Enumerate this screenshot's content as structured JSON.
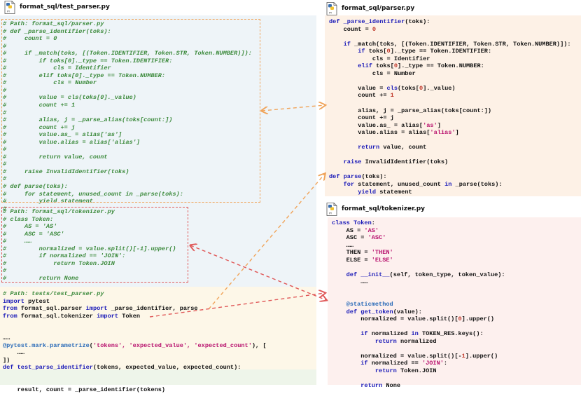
{
  "left_file": {
    "title": "format_sql/test_parser.py",
    "lines_comment_block1": [
      "# Path: format_sql/parser.py",
      "# def _parse_identifier(toks):",
      "#     count = 0",
      "#",
      "#     if _match(toks, [(Token.IDENTIFIER, Token.STR, Token.NUMBER)]):",
      "#         if toks[0]._type == Token.IDENTIFIER:",
      "#             cls = Identifier",
      "#         elif toks[0]._type == Token.NUMBER:",
      "#             cls = Number",
      "#",
      "#         value = cls(toks[0]._value)",
      "#         count += 1",
      "#",
      "#         alias, j = _parse_alias(toks[count:])",
      "#         count += j",
      "#         value.as_ = alias['as']",
      "#         value.alias = alias['alias']",
      "#",
      "#         return value, count",
      "#",
      "#     raise InvalidIdentifier(toks)",
      "#",
      "# def parse(toks):",
      "#     for statement, unused_count in _parse(toks):",
      "#         yield statement",
      "#"
    ],
    "lines_comment_block2": [
      "# Path: format_sql/tokenizer.py",
      "# class Token:",
      "#     AS = 'AS'",
      "#     ASC = 'ASC'",
      "#     ……",
      "#         normalized = value.split()[-1].upper()",
      "#         if normalized == 'JOIN':",
      "#             return Token.JOIN",
      "#",
      "#         return None"
    ],
    "code": {
      "path_comment": "# Path: tests/test_parser.py",
      "import_kw": "import",
      "import_mod": " pytest",
      "from1_kw": "from",
      "from1_mod": " format_sql.parser ",
      "from1_imp": "import",
      "from1_names": " _parse_identifier, parse",
      "from2_kw": "from",
      "from2_mod": " format_sql.tokenizer ",
      "from2_imp": "import",
      "from2_names": " Token",
      "ellipsis1": "……",
      "decorator": "@pytest.mark.parametrize",
      "param_open": "(",
      "param_strings": "'tokens', 'expected_value', 'expected_count'",
      "param_tail": "), [",
      "ellipsis2": "    ……",
      "close": "])",
      "def_kw": "def",
      "def_name": " test_parse_identifier",
      "def_args": "(tokens, expected_value, expected_count):",
      "result_line": "    result, count = _parse_identifier(tokens)"
    }
  },
  "parser_file": {
    "title": "format_sql/parser.py"
  },
  "tokenizer_file": {
    "title": "format_sql/tokenizer.py"
  },
  "colors": {
    "left_bg": "#eef4f8",
    "left_bottom_bg": "#fdf7e8",
    "left_result_bg": "#eef5ea",
    "right_top_bg": "#fdf1e6",
    "right_bottom_bg": "#fdf0ee",
    "orange_dash": "#f0a45a",
    "red_dash": "#e05a5a"
  }
}
